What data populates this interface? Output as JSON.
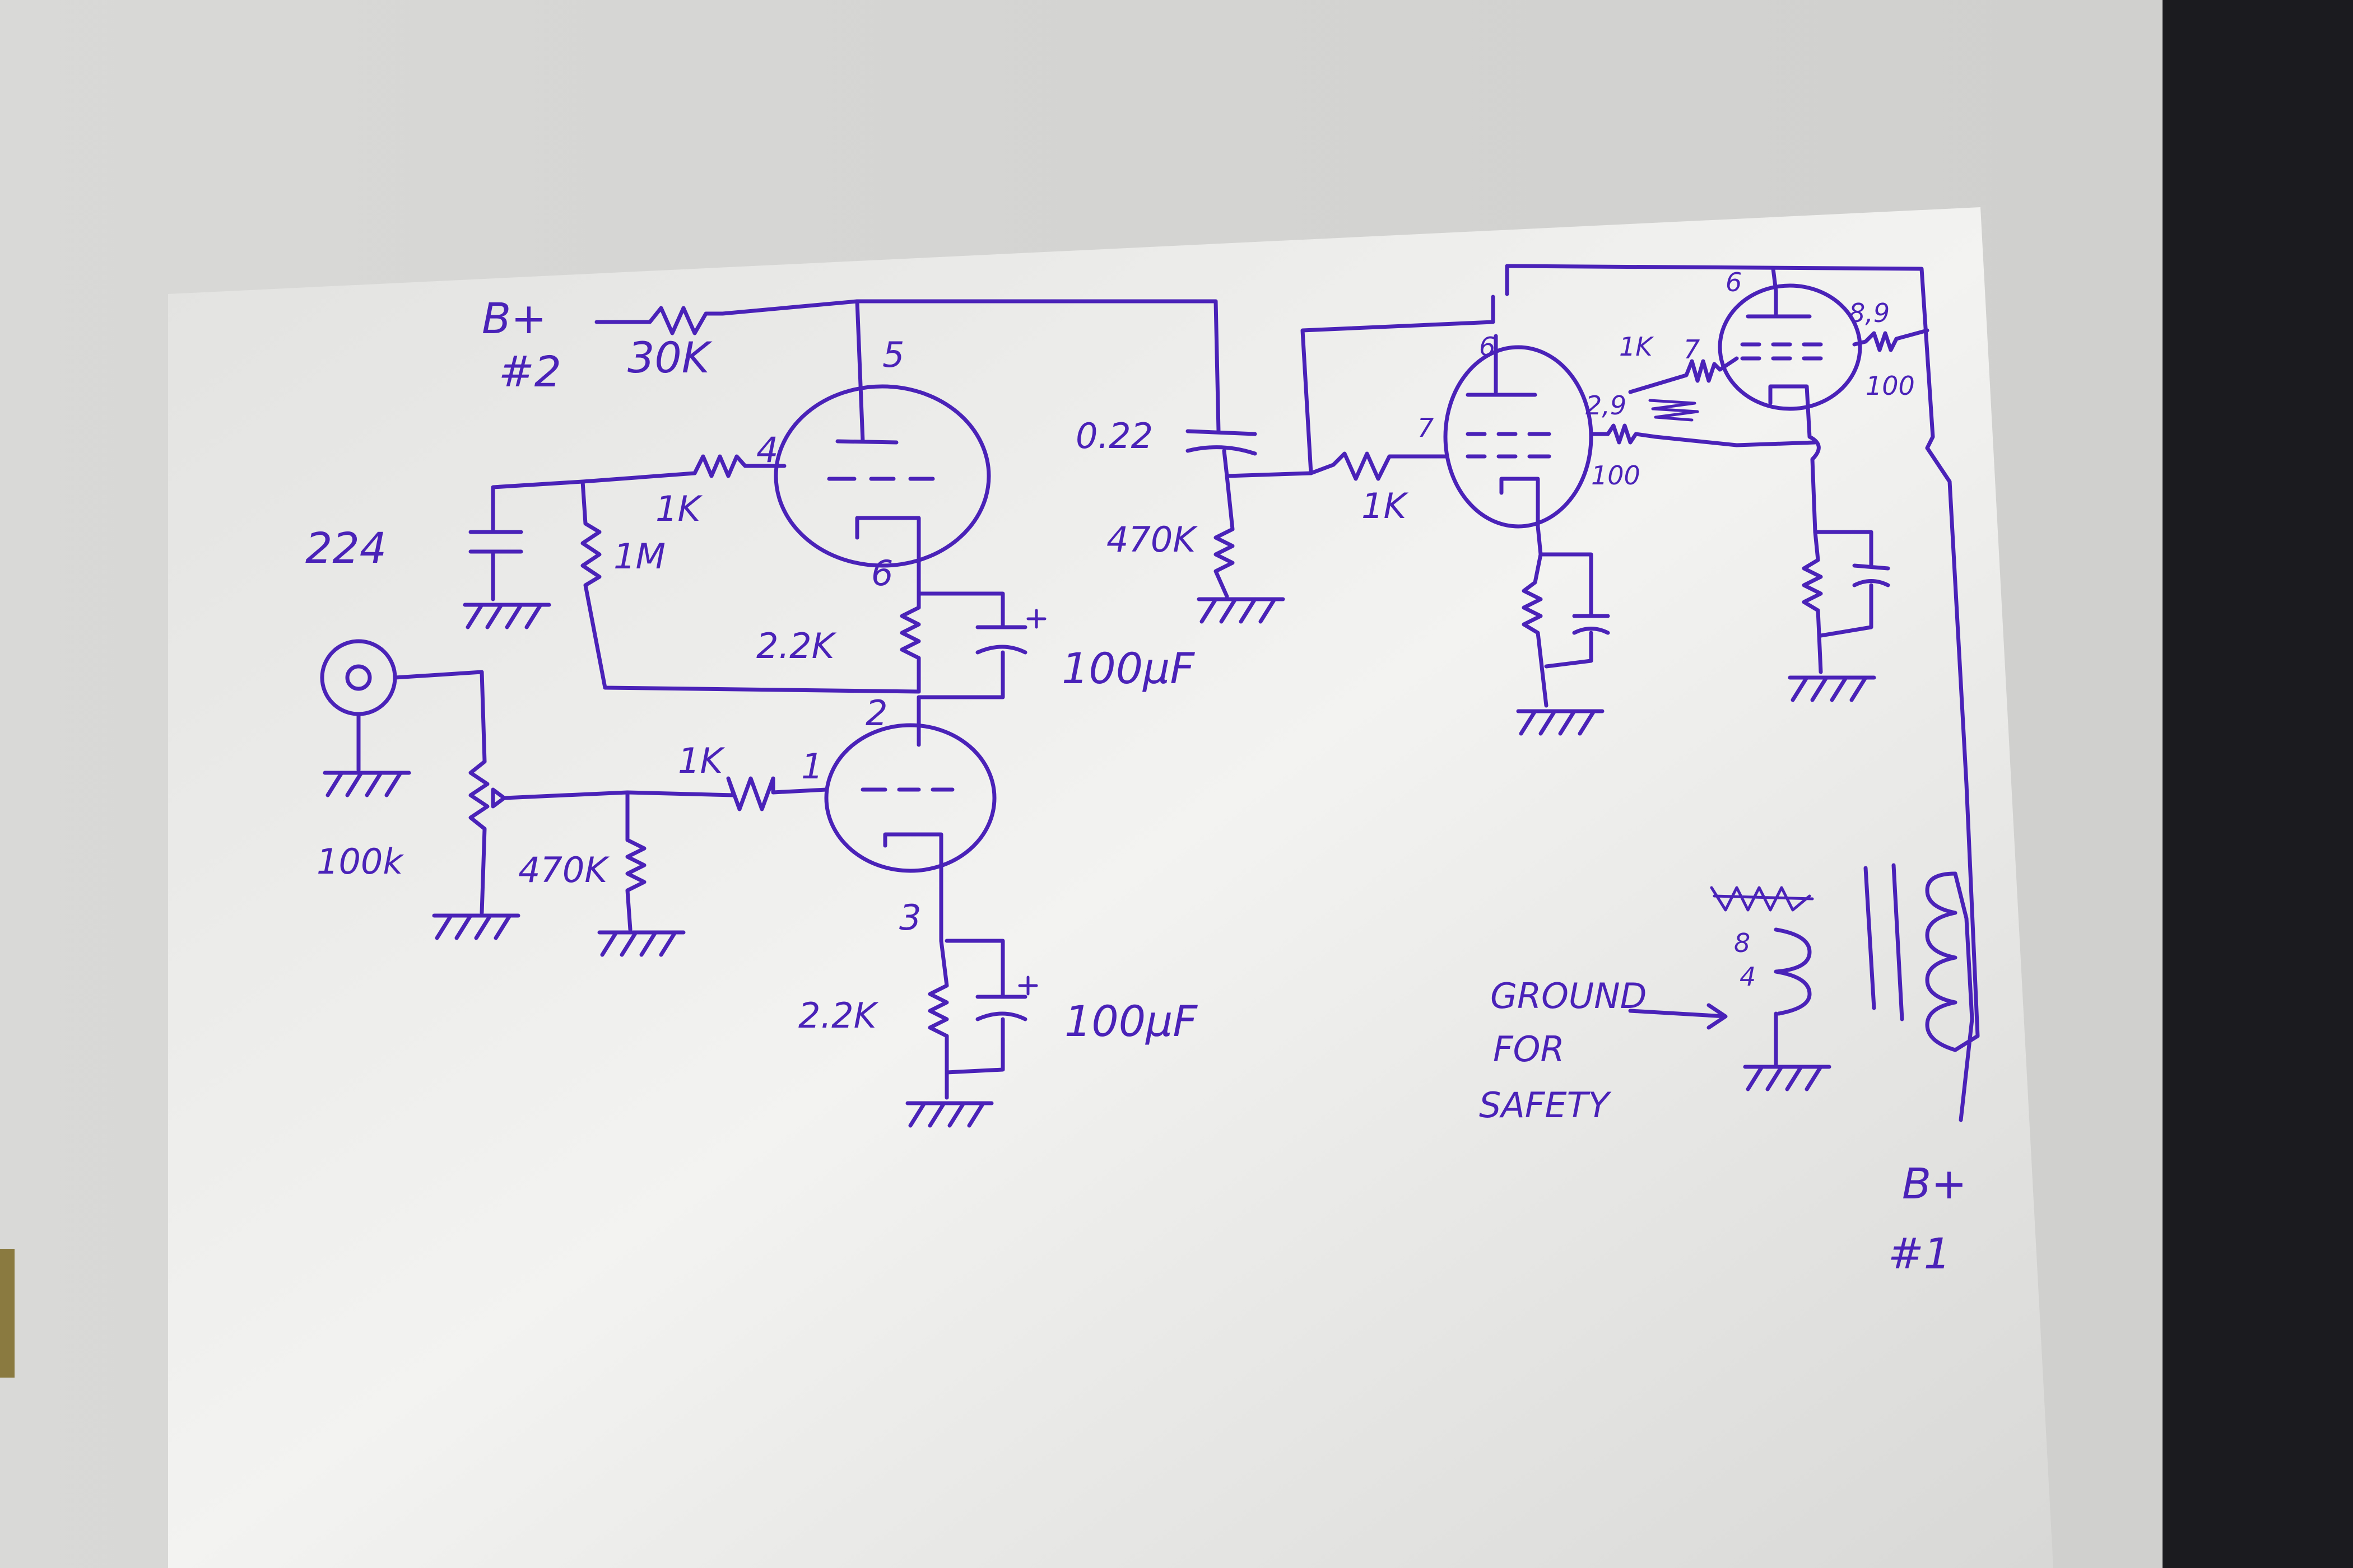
{
  "colors": {
    "ink": "#4a22b8",
    "paper": "#f1f1ef",
    "backdrop": "#2a2a2e"
  },
  "labels": {
    "bplus2": "B+",
    "bplus2_num": "#2",
    "r_30k": "30K",
    "pin5": "5",
    "pin4": "4",
    "r_1k_grid": "1K",
    "c_224": "224",
    "r_1m": "1M",
    "pin6": "6",
    "r_2_2k_top": "2.2K",
    "c_100uf_top": "100µF",
    "pin2": "2",
    "r_1k_input": "1K",
    "pin1": "1",
    "pot_100k": "100k",
    "r_470k_input": "470K",
    "pin3": "3",
    "r_2_2k_bottom": "2.2K",
    "c_100uf_bottom": "100µF",
    "c_0_22": "0.22",
    "r_470k_coupling": "470K",
    "r_1k_grid_out1": "1K",
    "pin6_out1": "6",
    "pin7_out1": "7",
    "pin2_9_out1": "2,9",
    "r_100_out1": "100",
    "r_1k_grid_out2": "1K",
    "pin7_out2": "7",
    "pin6_out2": "6",
    "pin8_9_out2": "8,9",
    "r_100_out2": "100",
    "pin8_trans": "8",
    "pin4_trans": "4",
    "ground_note_1": "GROUND",
    "ground_note_2": "FOR",
    "ground_note_3": "SAFETY",
    "bplus1": "B+",
    "bplus1_num": "#1"
  }
}
